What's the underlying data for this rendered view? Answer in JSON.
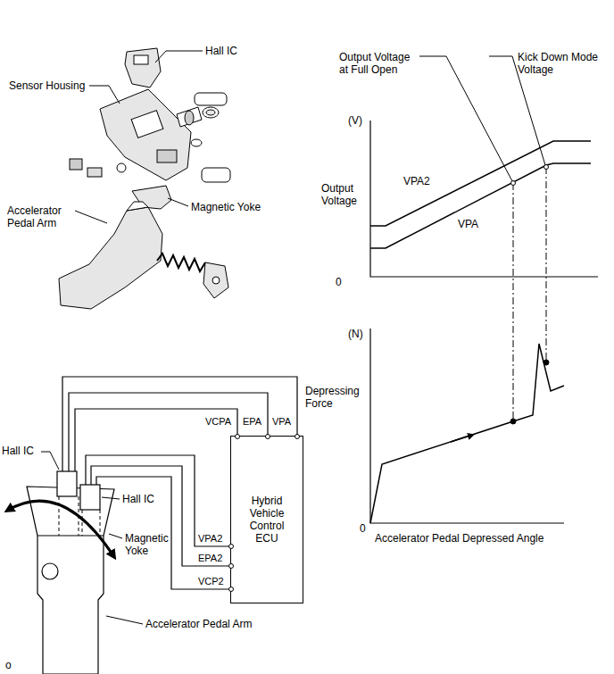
{
  "diagram": {
    "nodes": [
      {
        "text": [
          "Hybrid Vehicle Control ECU"
        ]
      }
    ],
    "labels": [
      "Hall IC",
      "Sensor Housing",
      "Accelerator Pedal Arm",
      "Magnetic Yoke",
      "Output Voltage at Full Open",
      "Kick Down Mode Voltage",
      "(V)",
      "Output Voltage",
      "VPA2",
      "VPA",
      "0",
      "(N)",
      "Depressing Force",
      "0",
      "Accelerator Pedal Depressed Angle",
      "VCPA",
      "EPA",
      "VPA",
      "VPA2",
      "EPA2",
      "VCP2",
      "Hall IC",
      "Hall IC",
      "Magnetic Yoke",
      "Accelerator Pedal Arm",
      "o"
    ]
  }
}
